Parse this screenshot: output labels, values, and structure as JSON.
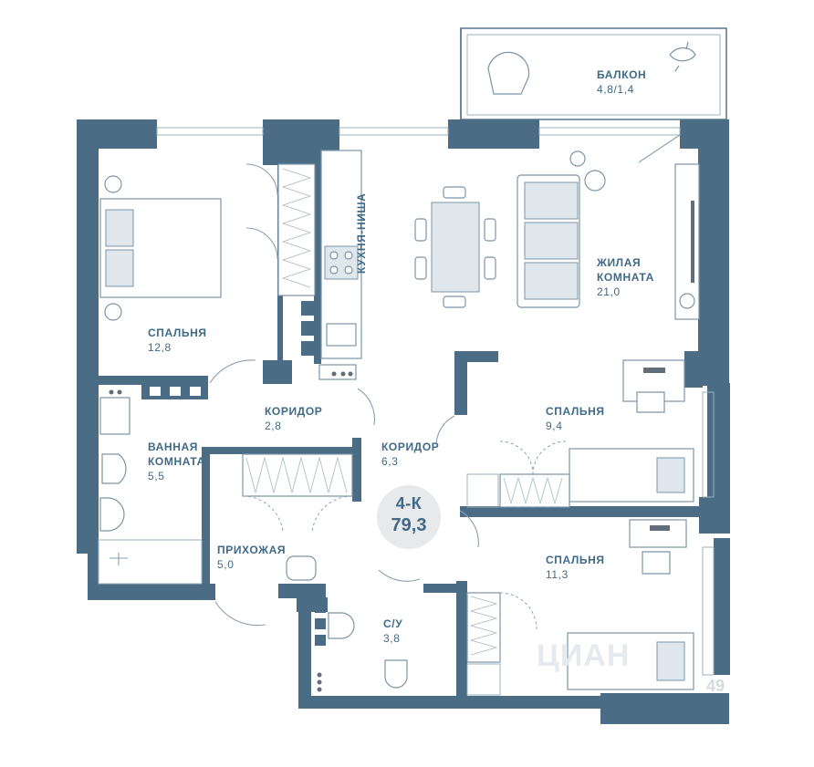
{
  "plan": {
    "apartment_type": "4-К",
    "total_area": "79,3"
  },
  "rooms": {
    "balcony": {
      "name": "БАЛКОН",
      "area": "4,8/1,4"
    },
    "living": {
      "name_line1": "ЖИЛАЯ",
      "name_line2": "КОМНАТА",
      "area": "21,0"
    },
    "bedroom_main": {
      "name": "СПАЛЬНЯ",
      "area": "12,8"
    },
    "kitchen": {
      "name": "КУХНЯ-НИША"
    },
    "bath": {
      "name_line1": "ВАННАЯ",
      "name_line2": "КОМНАТА",
      "area": "5,5"
    },
    "corridor_small": {
      "name": "КОРИДОР",
      "area": "2,8"
    },
    "corridor_large": {
      "name": "КОРИДОР",
      "area": "6,3"
    },
    "bedroom_2": {
      "name": "СПАЛЬНЯ",
      "area": "9,4"
    },
    "bedroom_3": {
      "name": "СПАЛЬНЯ",
      "area": "11,3"
    },
    "hallway": {
      "name": "ПРИХОЖАЯ",
      "area": "5,0"
    },
    "wc": {
      "name": "С/У",
      "area": "3,8"
    }
  },
  "watermark": {
    "text": "ЦИАН",
    "number": "49"
  },
  "colors": {
    "wall": "#4a6c84",
    "label": "#3f6a88",
    "badge": "#e7e9eb"
  }
}
